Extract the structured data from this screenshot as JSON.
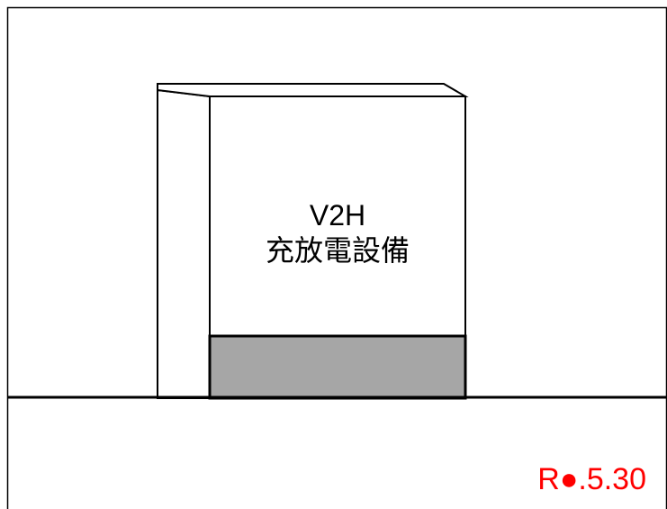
{
  "equipment": {
    "label_line1": "V2H",
    "label_line2": "充放電設備",
    "body_color": "#ffffff",
    "base_color": "#a6a6a6",
    "outline_color": "#000000"
  },
  "stamp": {
    "prefix": "R",
    "marker_symbol": "●",
    "suffix": ".5.30",
    "color": "#ff0000"
  }
}
